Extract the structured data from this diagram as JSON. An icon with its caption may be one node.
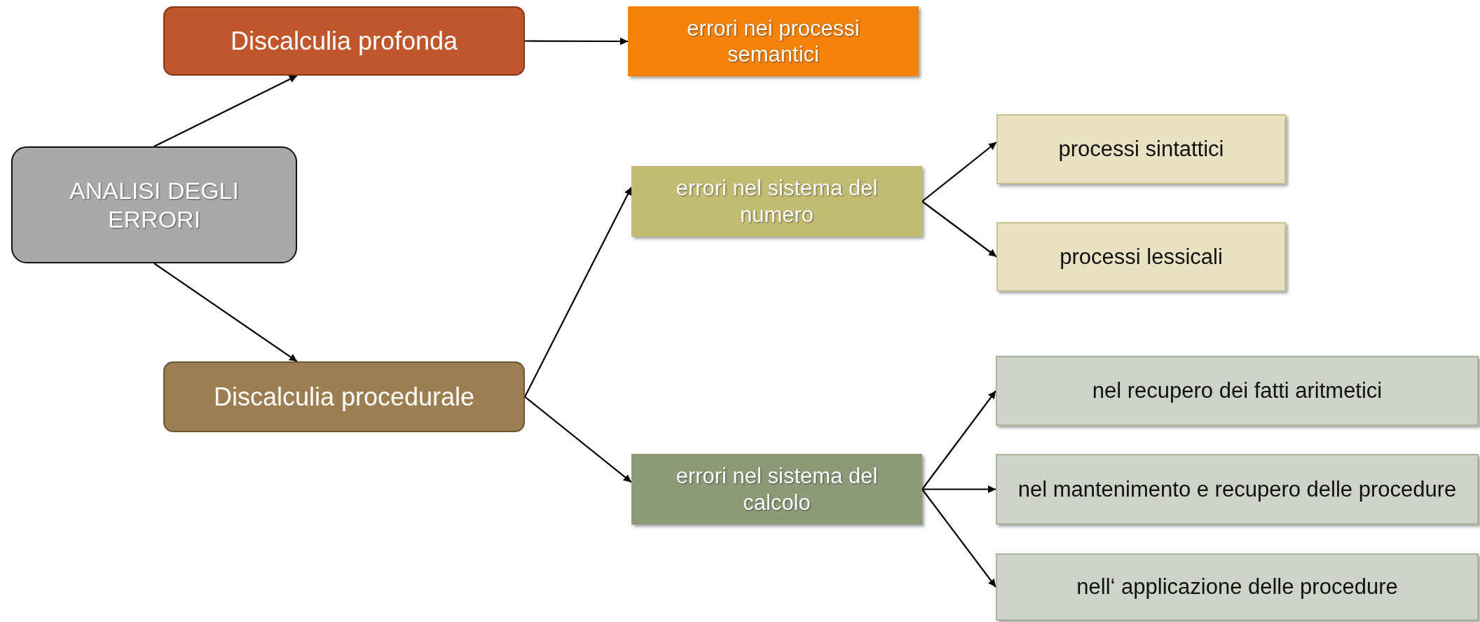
{
  "diagram": {
    "nodes": [
      {
        "text": [
          "ANALISI DEGLI ERRORI"
        ]
      },
      {
        "text": [
          "Discalculia profonda"
        ]
      },
      {
        "text": [
          "errori nei processi semantici"
        ]
      },
      {
        "text": [
          "errori nel sistema del numero"
        ]
      },
      {
        "text": [
          "processi sintattici"
        ]
      },
      {
        "text": [
          "processi lessicali"
        ]
      },
      {
        "text": [
          "Discalculia procedurale"
        ]
      },
      {
        "text": [
          "errori nel sistema del calcolo"
        ]
      },
      {
        "text": [
          "nel recupero dei fatti aritmetici"
        ]
      },
      {
        "text": [
          "nel mantenimento e recupero delle procedure"
        ]
      },
      {
        "text": [
          "nell‘ applicazione delle procedure"
        ]
      }
    ],
    "edges": [
      {
        "from": 0,
        "to": 1,
        "arrow": "to"
      },
      {
        "from": 1,
        "to": 2,
        "arrow": "to"
      },
      {
        "from": 0,
        "to": 6,
        "arrow": "to"
      },
      {
        "from": 6,
        "to": 3,
        "arrow": "to"
      },
      {
        "from": 6,
        "to": 7,
        "arrow": "to"
      },
      {
        "from": 3,
        "to": 4,
        "arrow": "to"
      },
      {
        "from": 3,
        "to": 5,
        "arrow": "to"
      },
      {
        "from": 7,
        "to": 8,
        "arrow": "to"
      },
      {
        "from": 7,
        "to": 9,
        "arrow": "to"
      },
      {
        "from": 7,
        "to": 10,
        "arrow": "to"
      }
    ]
  }
}
